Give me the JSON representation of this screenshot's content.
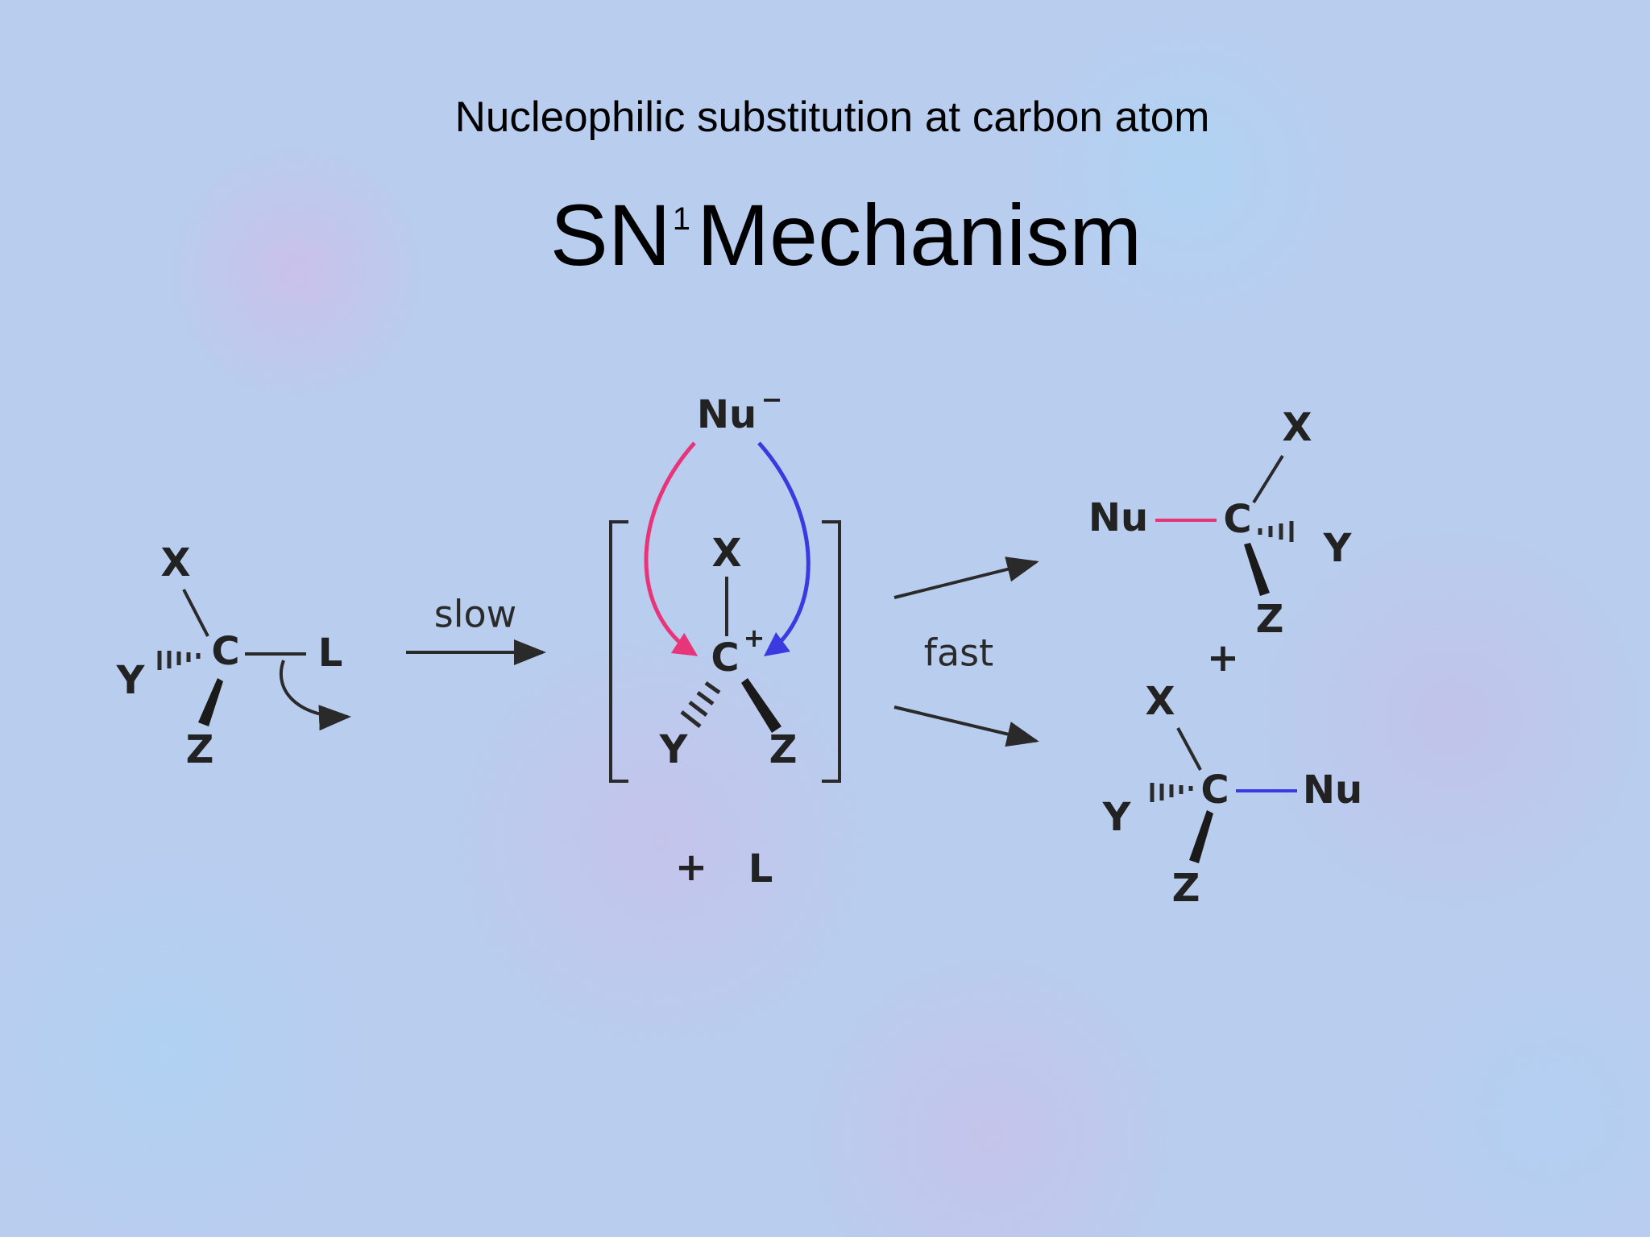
{
  "slide": {
    "subtitle": "Nucleophilic substitution at carbon atom",
    "title_main": "SN",
    "title_sup": "1",
    "title_rest": "Mechanism"
  },
  "diagram": {
    "reactant": {
      "x": "X",
      "y": "Y",
      "c": "C",
      "l": "L",
      "z": "Z"
    },
    "step1_label": "slow",
    "nucleophile": {
      "symbol": "Nu",
      "charge": "−"
    },
    "intermediate": {
      "x": "X",
      "c": "C",
      "charge": "+",
      "y": "Y",
      "z": "Z"
    },
    "byproduct": {
      "plus": "+",
      "l": "L"
    },
    "step2_label": "fast",
    "product1": {
      "nu": "Nu",
      "c": "C",
      "x": "X",
      "y": "Y",
      "z": "Z"
    },
    "products_plus": "+",
    "product2": {
      "x": "X",
      "y": "Y",
      "c": "C",
      "nu": "Nu",
      "z": "Z"
    },
    "colors": {
      "attack_front": "#e8357a",
      "attack_back": "#3a3ae0",
      "bond": "#2a2a2a"
    }
  }
}
